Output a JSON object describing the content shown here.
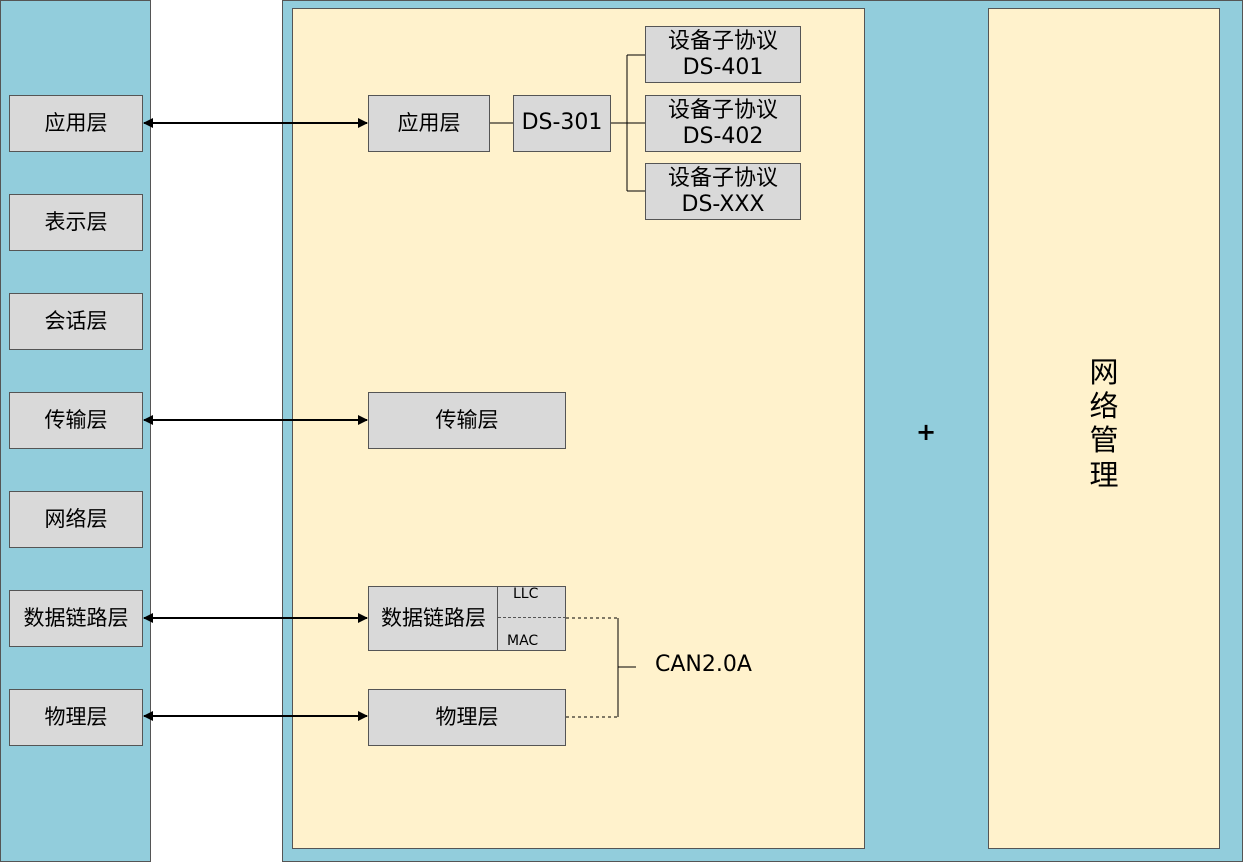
{
  "osi_layers": [
    "应用层",
    "表示层",
    "会话层",
    "传输层",
    "网络层",
    "数据链路层",
    "物理层"
  ],
  "canopen": {
    "application_layer": "应用层",
    "ds301": "DS-301",
    "device_profiles": [
      {
        "line1": "设备子协议",
        "line2": "DS-401"
      },
      {
        "line1": "设备子协议",
        "line2": "DS-402"
      },
      {
        "line1": "设备子协议",
        "line2": "DS-XXX"
      }
    ],
    "transport_layer": "传输层",
    "data_link_layer": "数据链路层",
    "llc": "LLC",
    "mac": "MAC",
    "physical_layer": "物理层",
    "can_label": "CAN2.0A"
  },
  "plus_sign": "+",
  "network_management_chars": [
    "网",
    "络",
    "管",
    "理"
  ],
  "colors": {
    "outer_panel": "#92cddc",
    "inner_panel": "#fff2cc",
    "box_fill": "#d9d9d9"
  }
}
